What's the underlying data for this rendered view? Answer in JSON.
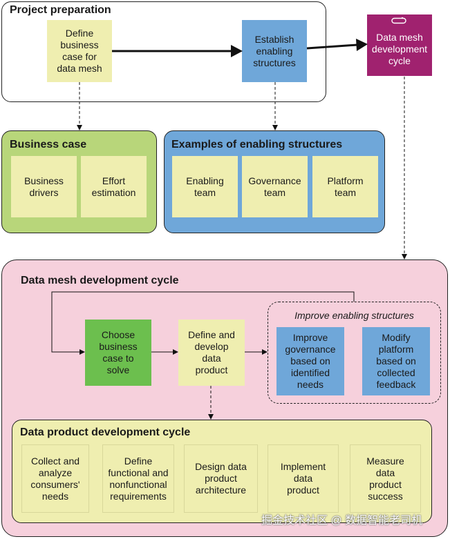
{
  "project_preparation": {
    "title": "Project preparation",
    "define_business_case": "Define\nbusiness\ncase for\ndata mesh",
    "establish_enabling": "Establish\nenabling\nstructures",
    "data_mesh_cycle": "Data mesh\ndevelopment\ncycle"
  },
  "business_case": {
    "title": "Business case",
    "items": [
      "Business\ndrivers",
      "Effort\nestimation"
    ]
  },
  "enabling_examples": {
    "title": "Examples of enabling structures",
    "items": [
      "Enabling\nteam",
      "Governance\nteam",
      "Platform\nteam"
    ]
  },
  "dev_cycle": {
    "title": "Data mesh development cycle",
    "choose": "Choose\nbusiness\ncase to\nsolve",
    "define_develop": "Define and\ndevelop\ndata\nproduct",
    "improve_title": "Improve enabling structures",
    "improve_governance": "Improve\ngovernance\nbased on\nidentified\nneeds",
    "modify_platform": "Modify\nplatform\nbased on\ncollected\nfeedback"
  },
  "product_cycle": {
    "title": "Data product development cycle",
    "items": [
      "Collect and\nanalyze\nconsumers'\nneeds",
      "Define\nfunctional and\nnonfunctional\nrequirements",
      "Design data\nproduct\narchitecture",
      "Implement\ndata\nproduct",
      "Measure\ndata\nproduct\nsuccess"
    ]
  },
  "watermark": "掘金技术社区 @ 数据智能老司机",
  "colors": {
    "yellow": "#efeeb0",
    "green": "#b8d67a",
    "blue": "#6fa7d9",
    "dark_green": "#6cbf4e",
    "purple": "#a0226f",
    "pink": "#f6d0dc"
  }
}
